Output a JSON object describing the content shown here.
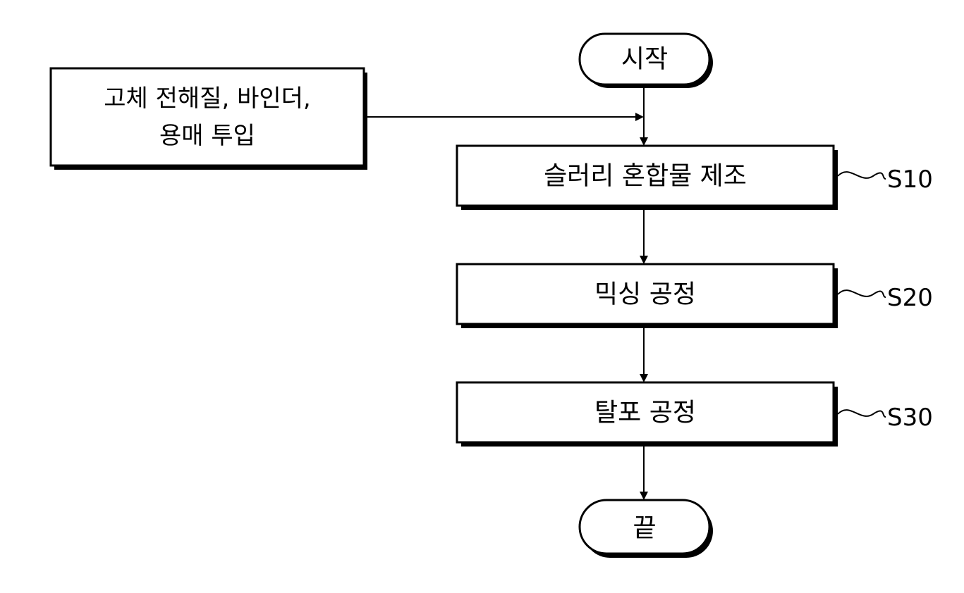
{
  "flowchart": {
    "start": {
      "label": "시작"
    },
    "end": {
      "label": "끝"
    },
    "input": {
      "lines": [
        "고체 전해질, 바인더,",
        "용매 투입"
      ]
    },
    "steps": [
      {
        "label": "슬러리 혼합물 제조",
        "code": "S10"
      },
      {
        "label": "믹싱 공정",
        "code": "S20"
      },
      {
        "label": "탈포 공정",
        "code": "S30"
      }
    ]
  }
}
